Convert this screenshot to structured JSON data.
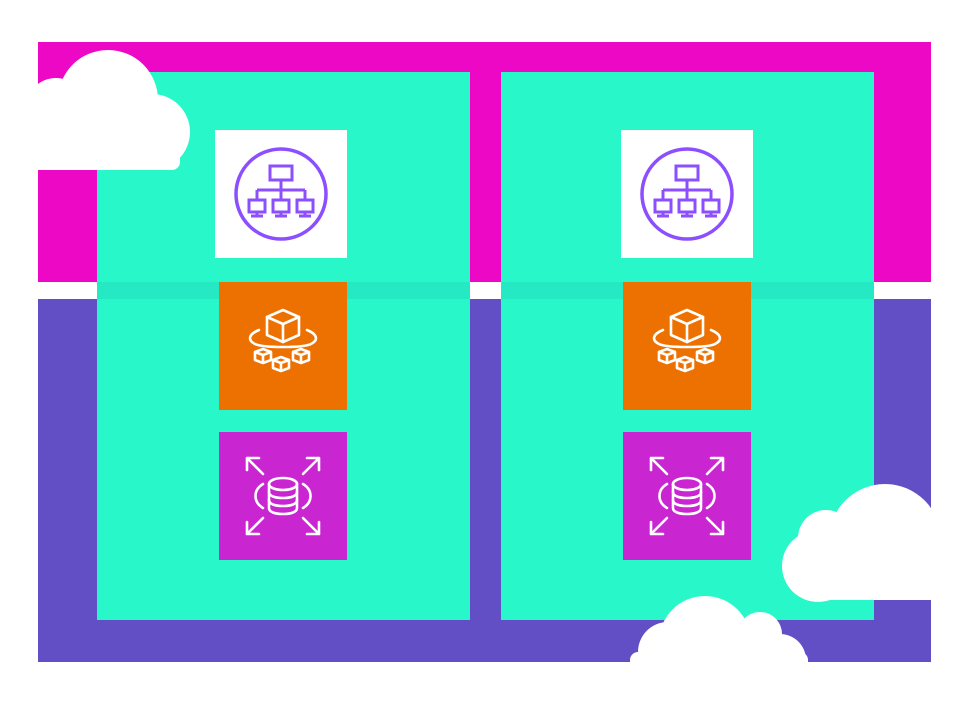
{
  "colors": {
    "top_band": "#ec08c5",
    "bottom_band": "#624fc6",
    "column": "#28f7c9",
    "network_tile": "#ffffff",
    "network_icon": "#8c4fff",
    "compute_tile": "#ed7100",
    "database_tile": "#c925d1",
    "icon_stroke": "#ffffff",
    "cloud": "#ffffff"
  },
  "columns": [
    {
      "network_icon": "load-balancer-icon",
      "compute_icon": "ecs-containers-icon",
      "database_icon": "rds-database-icon"
    },
    {
      "network_icon": "load-balancer-icon",
      "compute_icon": "ecs-containers-icon",
      "database_icon": "rds-database-icon"
    }
  ],
  "decorations": [
    "cloud-top-left",
    "cloud-bottom-right",
    "cloud-bottom-center"
  ]
}
